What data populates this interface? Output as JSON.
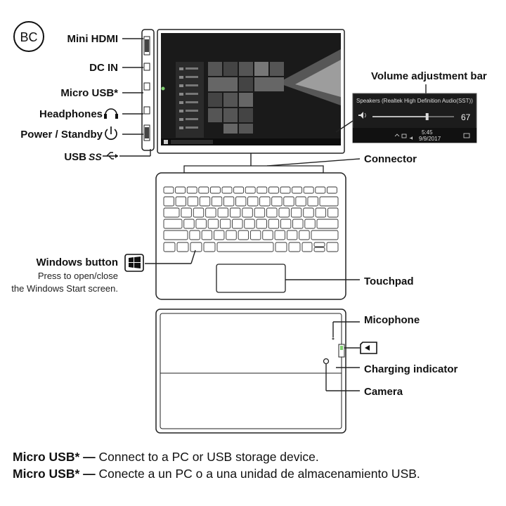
{
  "logo": {
    "text": "BC"
  },
  "labels": {
    "mini_hdmi": "Mini HDMI",
    "dc_in": "DC IN",
    "micro_usb": "Micro USB*",
    "headphones": "Headphones",
    "power_standby": "Power / Standby",
    "usb": "USB",
    "usb_ss": "SS",
    "volume_bar": "Volume adjustment bar",
    "connector": "Connector",
    "windows_button": "Windows button",
    "windows_desc_1": "Press to open/close",
    "windows_desc_2": "the Windows Start screen.",
    "touchpad": "Touchpad",
    "microphone": "Micophone",
    "charging_indicator": "Charging indicator",
    "camera": "Camera"
  },
  "volume_popup": {
    "device": "Speakers (Realtek High Definition Audio(SST))",
    "value": "67",
    "level": 0.67,
    "time": "5:45",
    "date": "9/9/2017"
  },
  "footer": {
    "line1_label": "Micro USB* —",
    "line1_text": "Connect to a PC or USB storage device.",
    "line2_label": "Micro USB* —",
    "line2_text": "Conecte a un PC o a una unidad de almacenamiento USB."
  }
}
